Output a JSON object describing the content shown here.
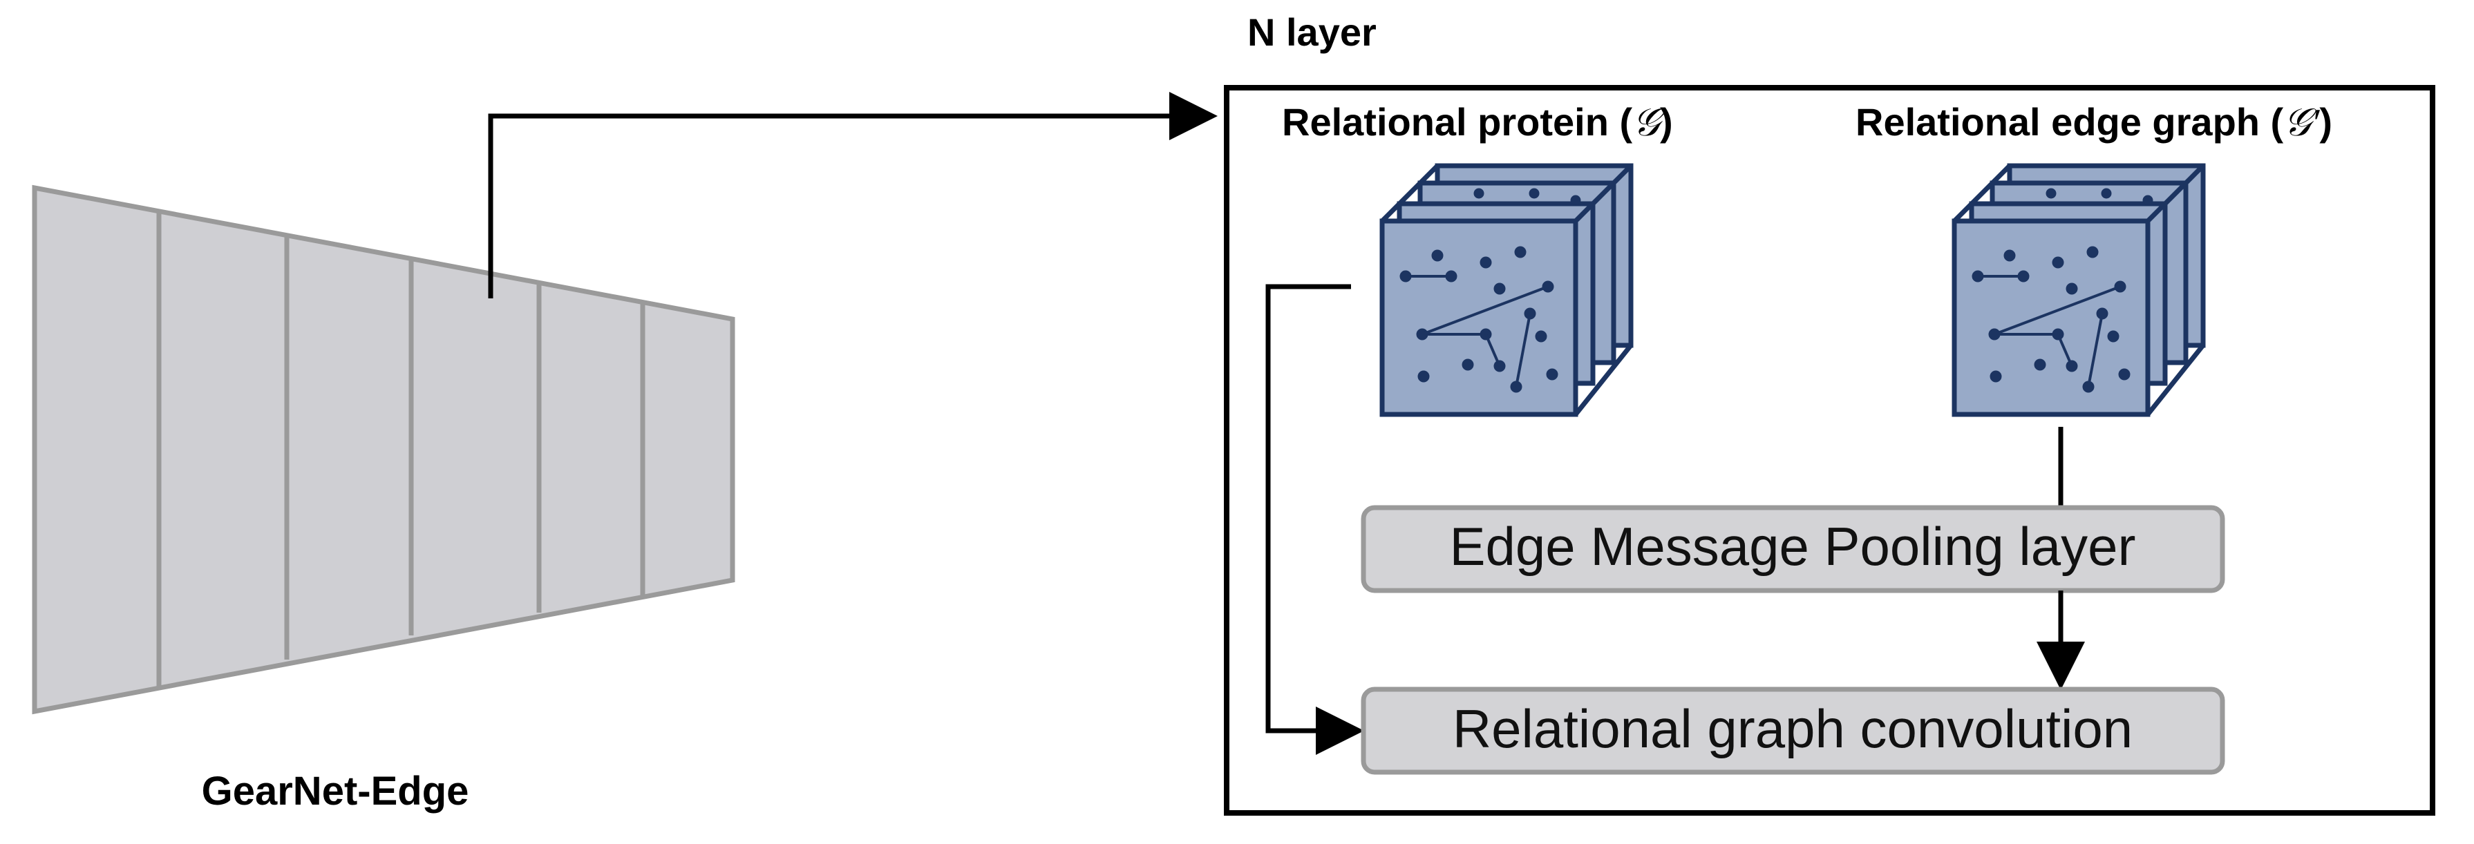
{
  "model": {
    "name": "GearNet-Edge"
  },
  "layer": {
    "title": "N layer",
    "graphs": [
      {
        "label_prefix": "Relational protein (",
        "symbol": "𝒢",
        "label_suffix": ")"
      },
      {
        "label_prefix": "Relational  edge graph (",
        "symbol": "𝒢′",
        "label_suffix": ")"
      }
    ],
    "pooling_layer": "Edge Message Pooling layer",
    "convolution": "Relational graph convolution"
  },
  "colors": {
    "trapezoid_fill": "#cfcfd3",
    "trapezoid_stroke": "#9a9a9a",
    "cube_fill": "#98aac8",
    "cube_stroke": "#1c3461",
    "node": "#1c3461",
    "module_fill": "#d3d3d6",
    "module_stroke": "#9a9a9a",
    "arrow": "#000000"
  }
}
